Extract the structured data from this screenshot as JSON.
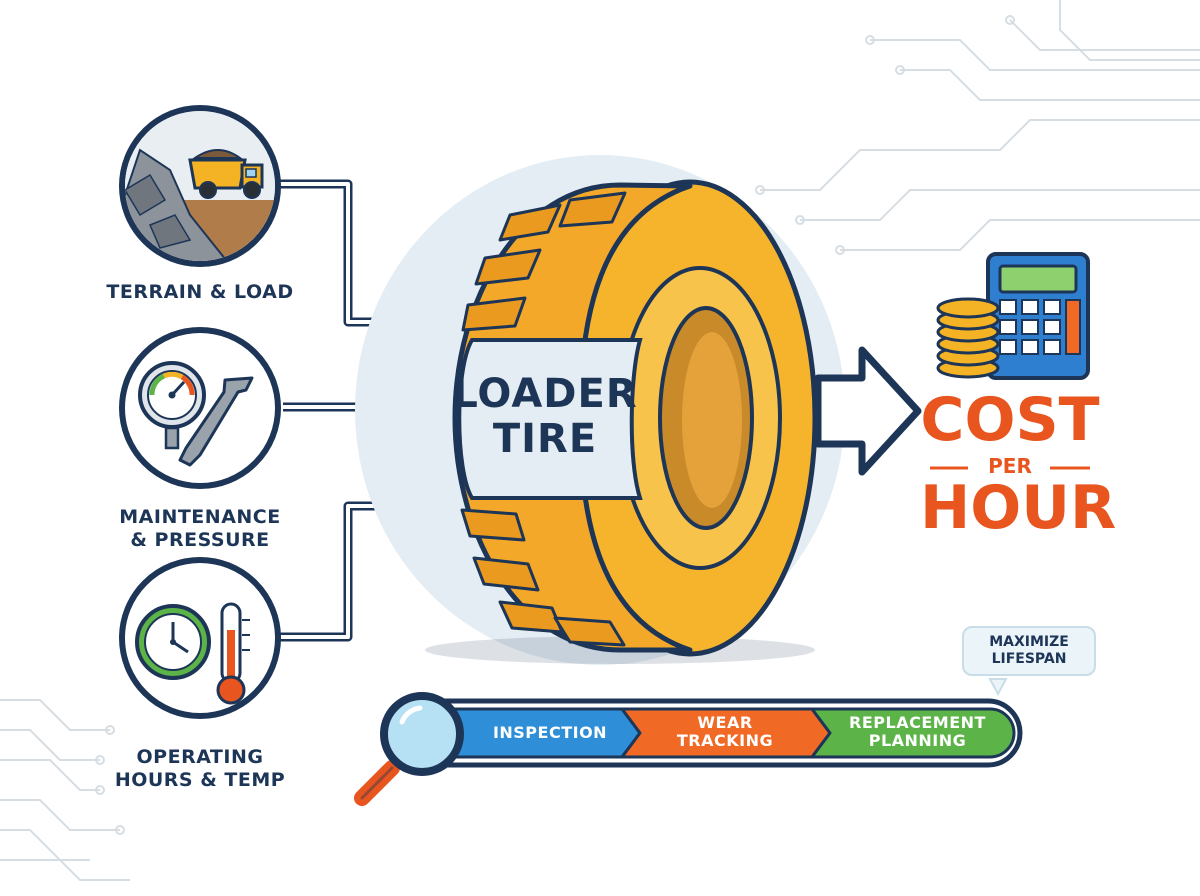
{
  "factors": [
    {
      "id": "terrain",
      "label": "TERRAIN & LOAD",
      "icon": "dump-truck-icon"
    },
    {
      "id": "maintenance",
      "label_line1": "MAINTENANCE",
      "label_line2": "& PRESSURE",
      "icon": "pressure-gauge-wrench-icon"
    },
    {
      "id": "operating",
      "label_line1": "OPERATING",
      "label_line2": "HOURS & TEMP",
      "icon": "clock-thermometer-icon"
    }
  ],
  "center": {
    "line1": "LOADER",
    "line2": "TIRE"
  },
  "result": {
    "line1": "COST",
    "line2": "PER",
    "line3": "HOUR",
    "icon": "coins-calculator-icon"
  },
  "process": {
    "steps": [
      {
        "label": "INSPECTION",
        "color": "#2e8fd8"
      },
      {
        "label_line1": "WEAR",
        "label_line2": "TRACKING",
        "color": "#f06a25"
      },
      {
        "label_line1": "REPLACEMENT",
        "label_line2": "PLANNING",
        "color": "#5cb347"
      }
    ],
    "icon": "magnifier-icon",
    "callout_line1": "MAXIMIZE",
    "callout_line2": "LIFESPAN"
  },
  "colors": {
    "navy": "#1d3557",
    "tire": "#f4a82a",
    "tire_light": "#fcc94a",
    "tire_dark": "#d98a14",
    "accent_orange": "#e8551f",
    "circuit": "#d6dde3"
  }
}
